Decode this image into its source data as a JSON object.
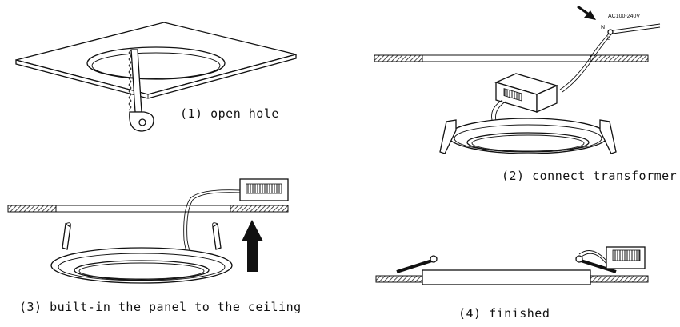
{
  "steps": [
    {
      "label": "(1) open hole"
    },
    {
      "label": "(2) connect transformer"
    },
    {
      "label": "(3) built-in the panel to the ceiling"
    },
    {
      "label": "(4) finished"
    }
  ],
  "wiring": {
    "voltage": "AC100-240V",
    "neutral": "N",
    "live": "L"
  }
}
